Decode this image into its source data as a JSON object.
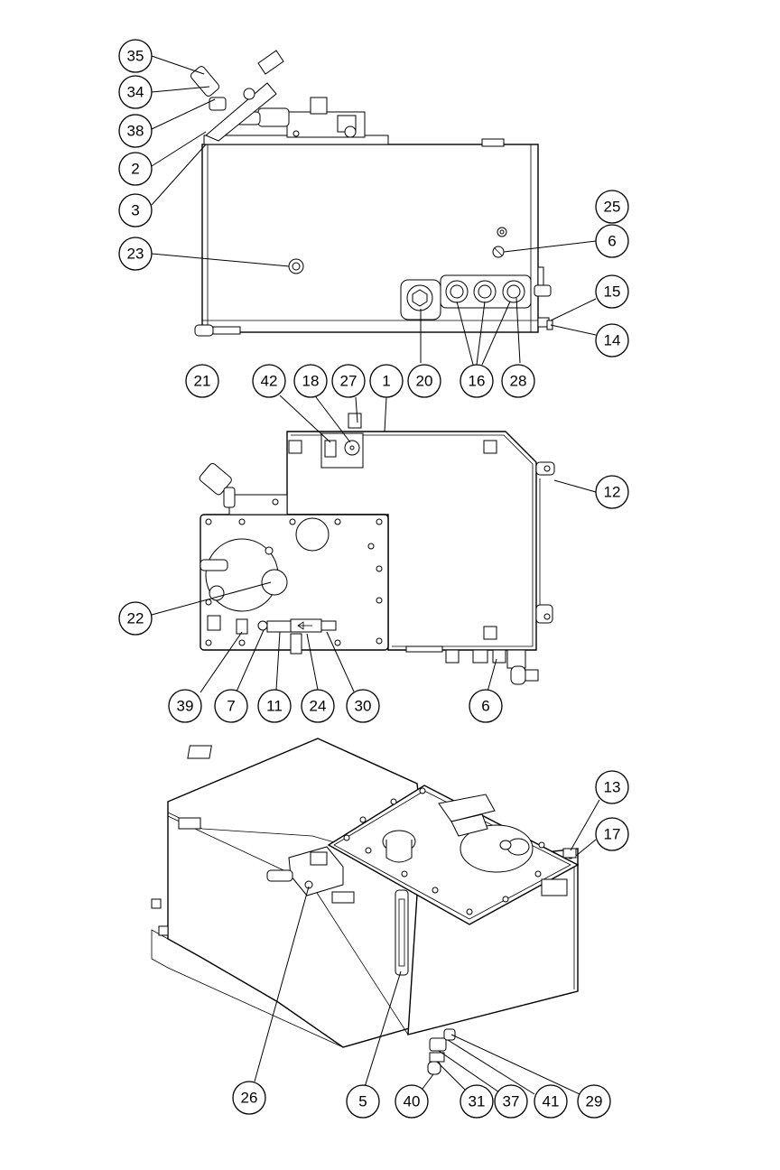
{
  "balloons": [
    {
      "id": "b35",
      "label": "35"
    },
    {
      "id": "b34",
      "label": "34"
    },
    {
      "id": "b38",
      "label": "38"
    },
    {
      "id": "b2",
      "label": "2"
    },
    {
      "id": "b3",
      "label": "3"
    },
    {
      "id": "b23",
      "label": "23"
    },
    {
      "id": "b25",
      "label": "25"
    },
    {
      "id": "b6a",
      "label": "6"
    },
    {
      "id": "b15",
      "label": "15"
    },
    {
      "id": "b14",
      "label": "14"
    },
    {
      "id": "b21",
      "label": "21"
    },
    {
      "id": "b42",
      "label": "42"
    },
    {
      "id": "b18",
      "label": "18"
    },
    {
      "id": "b27",
      "label": "27"
    },
    {
      "id": "b1",
      "label": "1"
    },
    {
      "id": "b20",
      "label": "20"
    },
    {
      "id": "b16",
      "label": "16"
    },
    {
      "id": "b28",
      "label": "28"
    },
    {
      "id": "b12",
      "label": "12"
    },
    {
      "id": "b22",
      "label": "22"
    },
    {
      "id": "b39",
      "label": "39"
    },
    {
      "id": "b7",
      "label": "7"
    },
    {
      "id": "b11",
      "label": "11"
    },
    {
      "id": "b24",
      "label": "24"
    },
    {
      "id": "b30",
      "label": "30"
    },
    {
      "id": "b6b",
      "label": "6"
    },
    {
      "id": "b13",
      "label": "13"
    },
    {
      "id": "b17",
      "label": "17"
    },
    {
      "id": "b26",
      "label": "26"
    },
    {
      "id": "b5",
      "label": "5"
    },
    {
      "id": "b40",
      "label": "40"
    },
    {
      "id": "b31",
      "label": "31"
    },
    {
      "id": "b37",
      "label": "37"
    },
    {
      "id": "b41",
      "label": "41"
    },
    {
      "id": "b29",
      "label": "29"
    }
  ]
}
